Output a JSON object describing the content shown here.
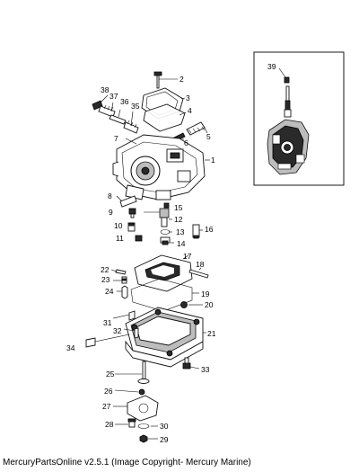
{
  "caption": "MercuryPartsOnline v2.5.1 (Image Copyright- Mercury Marine)",
  "callouts": {
    "n1": "1",
    "n2": "2",
    "n3": "3",
    "n4": "4",
    "n5": "5",
    "n6": "6",
    "n7": "7",
    "n8": "8",
    "n9": "9",
    "n10": "10",
    "n11": "11",
    "n12": "12",
    "n13": "13",
    "n14": "14",
    "n15": "15",
    "n16": "16",
    "n17": "17",
    "n18": "18",
    "n19": "19",
    "n20": "20",
    "n21": "21",
    "n22": "22",
    "n23": "23",
    "n24": "24",
    "n25": "25",
    "n26": "26",
    "n27": "27",
    "n28": "28",
    "n29": "29",
    "n30": "30",
    "n31": "31",
    "n32": "32",
    "n33": "33",
    "n34": "34",
    "n35": "35",
    "n36": "36",
    "n37": "37",
    "n38": "38",
    "n39": "39"
  }
}
